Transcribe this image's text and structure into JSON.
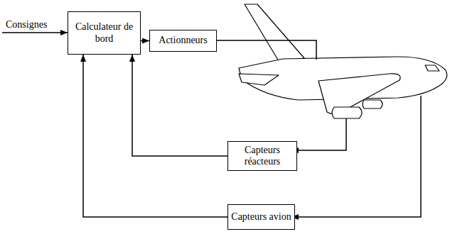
{
  "diagram": {
    "nodes": [
      {
        "text": [
          "Calculateur de bord"
        ]
      },
      {
        "text": [
          "Actionneurs"
        ]
      },
      {
        "text": [
          "Capteurs réacteurs"
        ]
      },
      {
        "text": [
          "Capteurs avion"
        ]
      }
    ],
    "edges": [
      {
        "from": 0,
        "to": 1,
        "arrow": "to"
      },
      {
        "from": 2,
        "to": 0,
        "arrow": "to"
      },
      {
        "from": 3,
        "to": 0,
        "arrow": "to"
      }
    ],
    "labels": [
      "Consignes"
    ]
  }
}
